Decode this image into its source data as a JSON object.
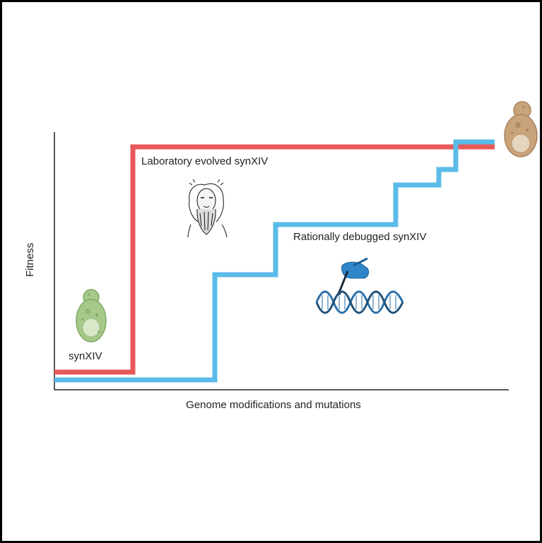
{
  "axes": {
    "xlabel": "Genome modifications and mutations",
    "ylabel": "Fitness"
  },
  "labels": {
    "lab_evolved": "Laboratory evolved synXIV",
    "rationally_debugged": "Rationally debugged synXIV",
    "start_strain": "synXIV"
  },
  "colors": {
    "lab_evolved_line": "#e85a5a",
    "debugged_line": "#5bbbe8",
    "yeast_start": "#a6c98a",
    "yeast_end": "#c9a37a",
    "dna_icon": "#2a6fa8"
  },
  "icons": [
    "green-yeast-cell",
    "darwin-portrait",
    "hand-pen-icon",
    "dna-helix-icon",
    "brown-yeast-cell"
  ]
}
